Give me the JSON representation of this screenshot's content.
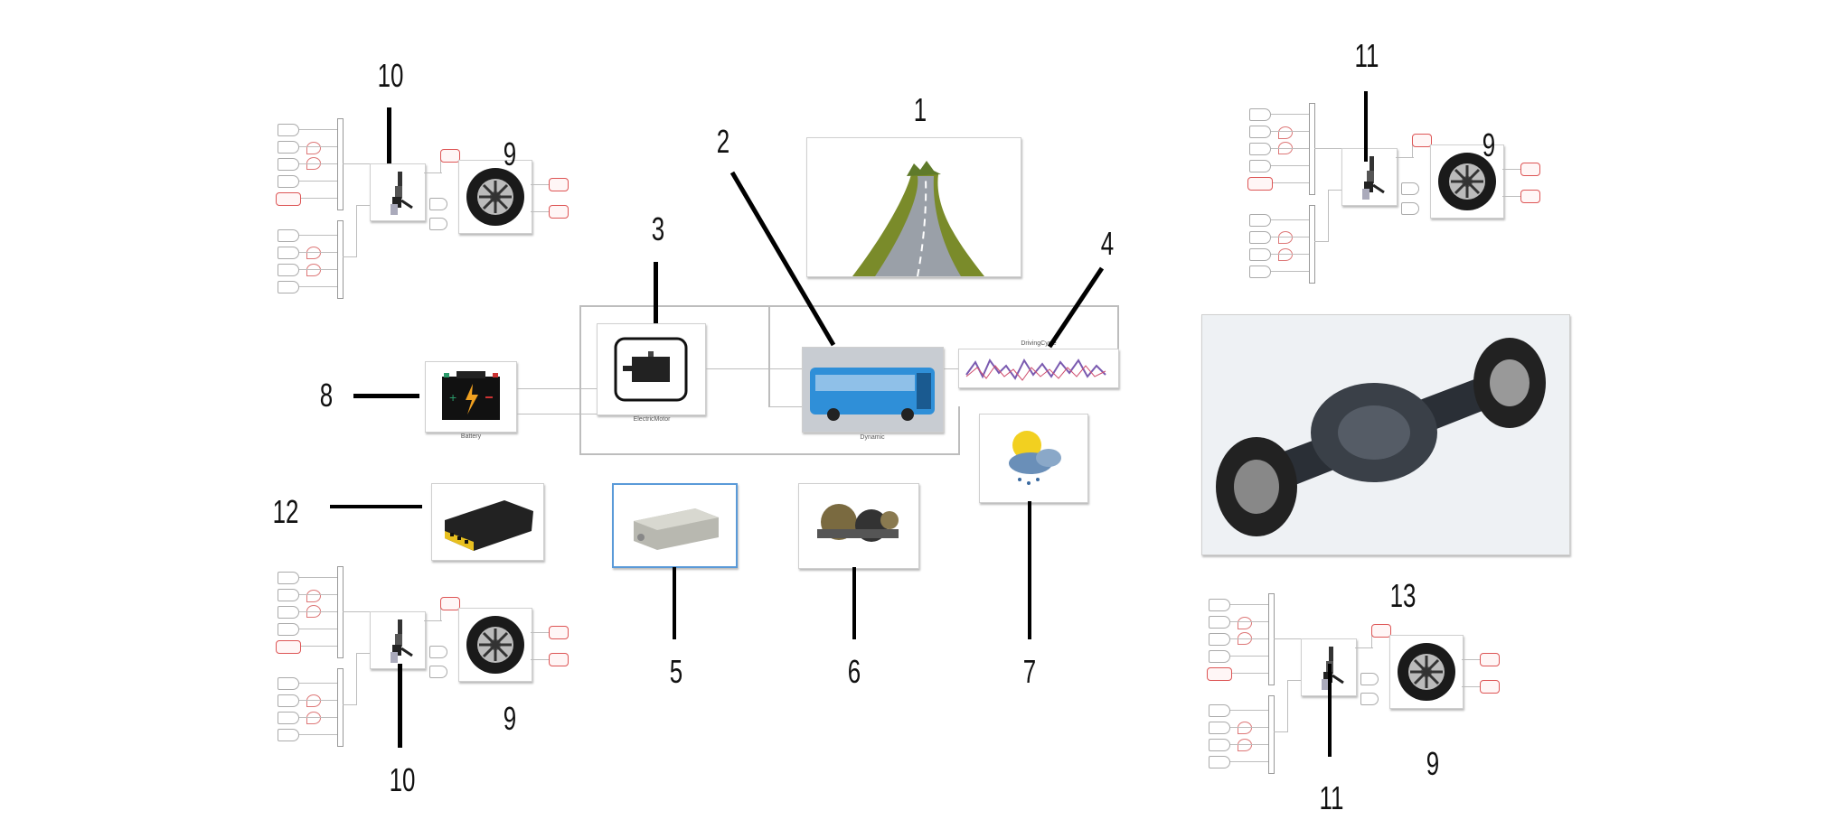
{
  "callouts": {
    "n1": "1",
    "n2": "2",
    "n3": "3",
    "n4": "4",
    "n5": "5",
    "n6": "6",
    "n7": "7",
    "n8": "8",
    "n9": "9",
    "n10": "10",
    "n11": "11",
    "n12": "12",
    "n13": "13"
  },
  "blocks": {
    "battery": "Battery",
    "motor": "ElectricMotor",
    "dynamic": "Dynamic",
    "driving_cycle": "DrivingCycle"
  },
  "colors": {
    "road": "#7a8b2a",
    "bus": "#2f8fd8",
    "battery_bolt": "#f0a020",
    "ecu": "#e8c020",
    "signal_red": "#d55555"
  }
}
